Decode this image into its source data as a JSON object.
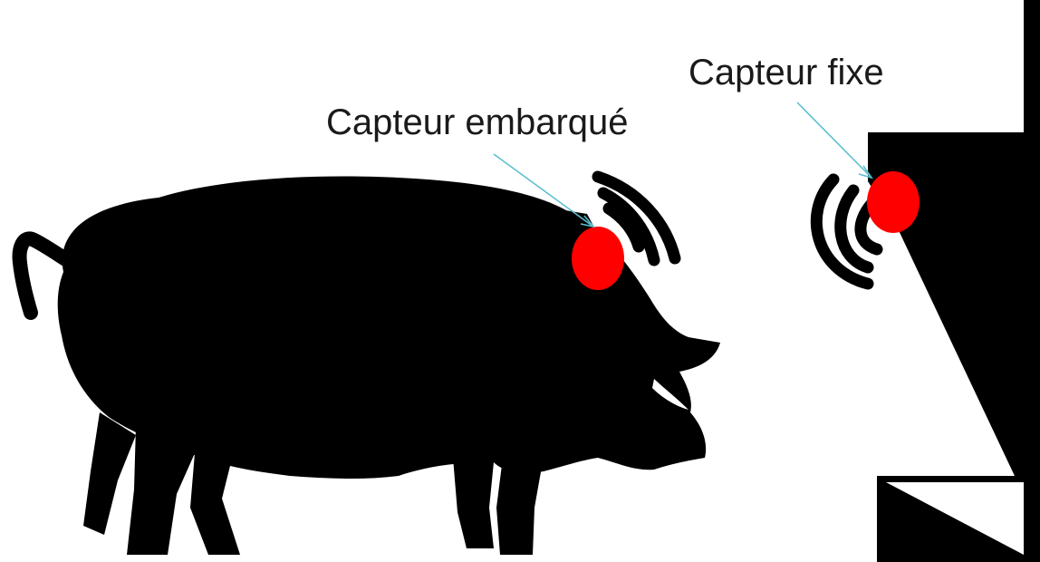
{
  "labels": {
    "embedded_sensor": "Capteur embarqué",
    "fixed_sensor": "Capteur fixe"
  },
  "colors": {
    "silhouette": "#000000",
    "sensor": "#ff0000",
    "leader_line": "#5bbfcf",
    "background": "#ffffff"
  },
  "icons": {
    "animal": "pig-silhouette",
    "station": "feeder-silhouette",
    "signal": "wireless-signal-icon"
  }
}
